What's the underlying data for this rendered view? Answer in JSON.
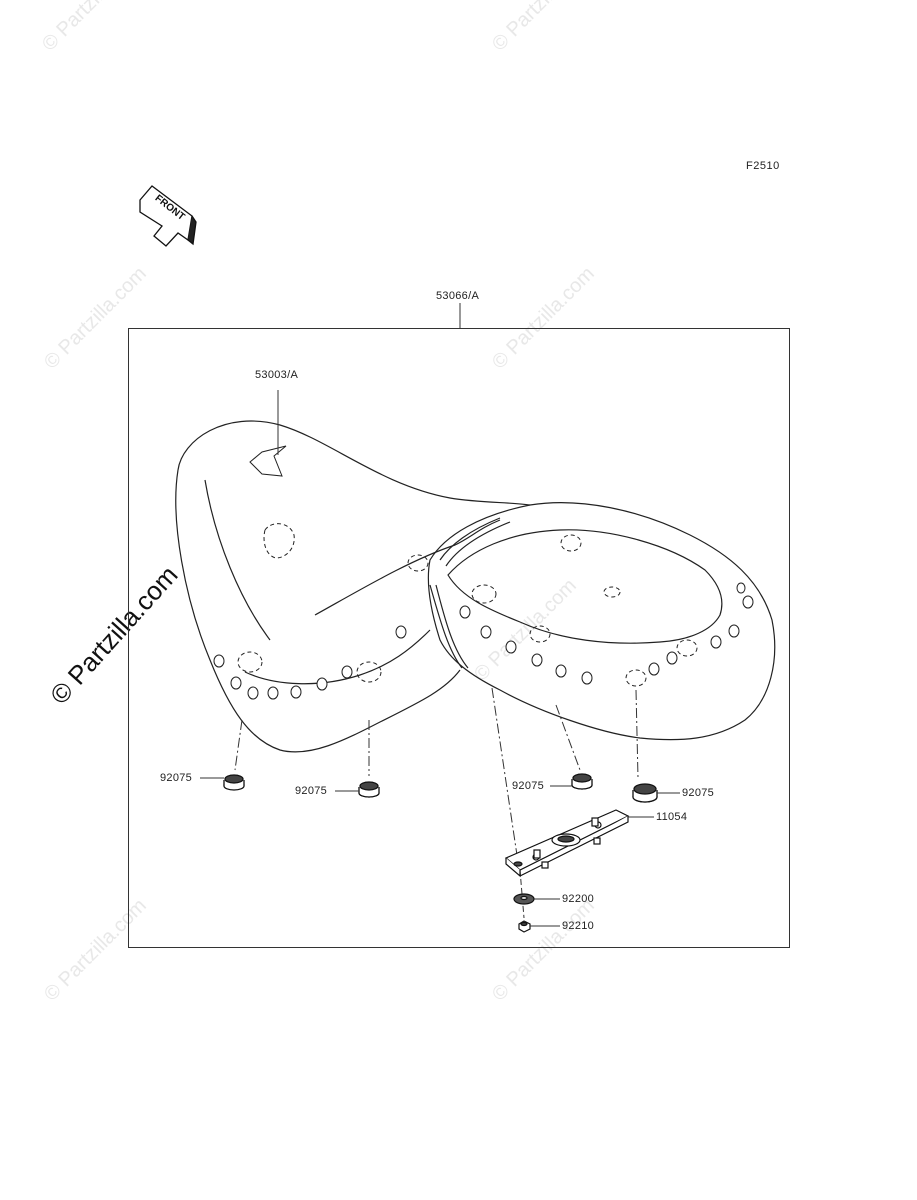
{
  "figure": {
    "code": "F2510"
  },
  "front_marker": {
    "text": "FRONT"
  },
  "watermark": {
    "text": "© Partzilla.com"
  },
  "parts": {
    "assembly": "53066/A",
    "seat": "53003/A",
    "damper_1": "92075",
    "damper_2": "92075",
    "damper_3": "92075",
    "damper_4": "92075",
    "bracket": "11054",
    "washer": "92200",
    "nut": "92210"
  }
}
